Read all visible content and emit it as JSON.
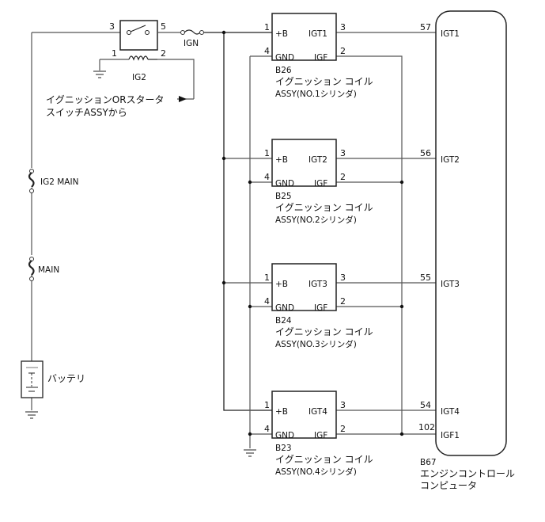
{
  "relay": {
    "name": "IG2",
    "pins": {
      "switch_in": "3",
      "switch_out": "5",
      "coil_gnd": "1",
      "coil_in": "2"
    }
  },
  "fuses": {
    "ign": "IGN",
    "ig2_main": "IG2 MAIN",
    "main": "MAIN"
  },
  "source_note": {
    "line1": "イグニッションORスタータ",
    "line2": "スイッチASSYから"
  },
  "battery": {
    "label": "バッテリ"
  },
  "coils": [
    {
      "code": "B26",
      "name": "イグニッション コイル",
      "sub": "ASSY(NO.1シリンダ)",
      "pin_b": "1",
      "pin_gnd": "4",
      "pin_igt": "3",
      "pin_igf": "2",
      "term_b": "+B",
      "term_gnd": "GND",
      "term_igt": "IGT1",
      "term_igf": "IGF",
      "ecu_pin": "57"
    },
    {
      "code": "B25",
      "name": "イグニッション コイル",
      "sub": "ASSY(NO.2シリンダ)",
      "pin_b": "1",
      "pin_gnd": "4",
      "pin_igt": "3",
      "pin_igf": "2",
      "term_b": "+B",
      "term_gnd": "GND",
      "term_igt": "IGT2",
      "term_igf": "IGF",
      "ecu_pin": "56"
    },
    {
      "code": "B24",
      "name": "イグニッション コイル",
      "sub": "ASSY(NO.3シリンダ)",
      "pin_b": "1",
      "pin_gnd": "4",
      "pin_igt": "3",
      "pin_igf": "2",
      "term_b": "+B",
      "term_gnd": "GND",
      "term_igt": "IGT3",
      "term_igf": "IGF",
      "ecu_pin": "55"
    },
    {
      "code": "B23",
      "name": "イグニッション コイル",
      "sub": "ASSY(NO.4シリンダ)",
      "pin_b": "1",
      "pin_gnd": "4",
      "pin_igt": "3",
      "pin_igf": "2",
      "term_b": "+B",
      "term_gnd": "GND",
      "term_igt": "IGT4",
      "term_igf": "IGF",
      "ecu_pin": "54"
    }
  ],
  "ecu": {
    "code": "B67",
    "name1": "エンジンコントロール",
    "name2": "コンピュータ",
    "terminals": [
      "IGT1",
      "IGT2",
      "IGT3",
      "IGT4",
      "IGF1"
    ],
    "igf_pin": "102"
  }
}
